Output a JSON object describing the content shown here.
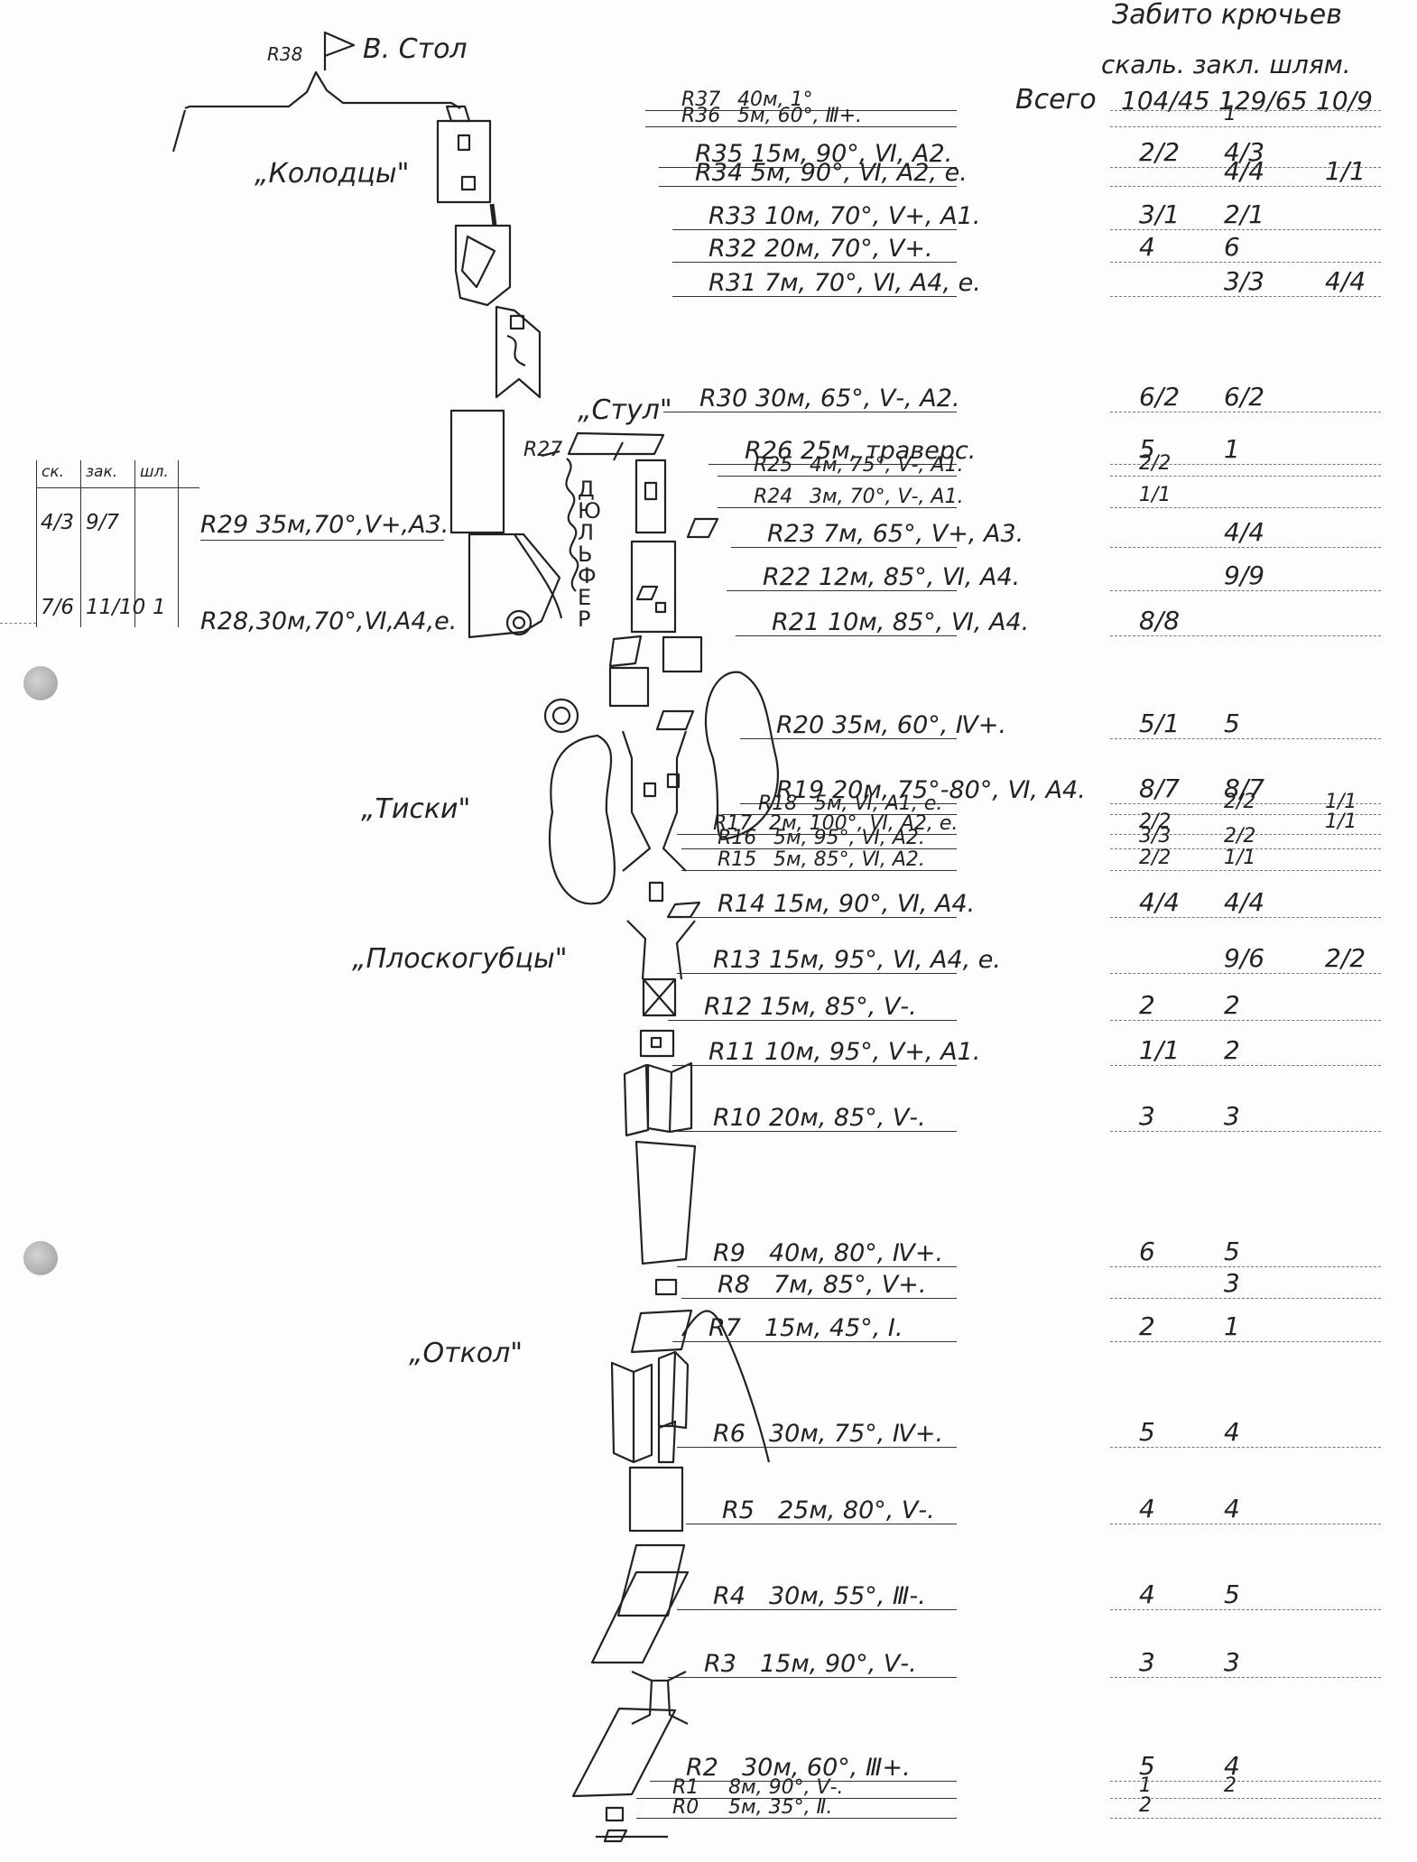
{
  "header": {
    "title": "Забито крючьев",
    "columns": "скаль. закл. шлям.",
    "total_label": "Всего",
    "total_rock": "104/45",
    "total_wedge": "129/65",
    "total_shlyam": "10/9"
  },
  "summit": {
    "pitch": "R38",
    "label": "В. Стол"
  },
  "labels": {
    "kolodtsy": "„Колодцы\"",
    "stul": "„Стул\"",
    "tiski": "„Тиски\"",
    "ploskogubtsy": "„Плоскогубцы\"",
    "otkol": "„Откол\"",
    "dulfer": [
      "Д",
      "Ю",
      "Л",
      "Ь",
      "Ф",
      "Е",
      "Р"
    ],
    "r27": "R27"
  },
  "side_table": {
    "headers": [
      "ск.",
      "зак.",
      "шл."
    ],
    "rows": [
      {
        "rock": "4/3",
        "wedge": "9/7",
        "shlyam": ""
      },
      {
        "rock": "7/6",
        "wedge": "11/10",
        "shlyam": "1"
      }
    ],
    "pitches": [
      "R29 35м,70°,Ⅴ+,А3.",
      "R28,30м,70°,Ⅵ,А4,е."
    ]
  },
  "pitches": [
    {
      "label": "R37",
      "desc": "40м, 1°",
      "rock": "",
      "wedge": "",
      "shlyam": ""
    },
    {
      "label": "R36",
      "desc": "5м, 60°, Ⅲ+.",
      "rock": "",
      "wedge": "1",
      "shlyam": ""
    },
    {
      "label": "R35",
      "desc": "15м, 90°, Ⅵ, А2.",
      "rock": "2/2",
      "wedge": "4/3",
      "shlyam": ""
    },
    {
      "label": "R34",
      "desc": "5м, 90°, Ⅵ, А2, е.",
      "rock": "",
      "wedge": "4/4",
      "shlyam": "1/1"
    },
    {
      "label": "R33",
      "desc": "10м, 70°, Ⅴ+, А1.",
      "rock": "3/1",
      "wedge": "2/1",
      "shlyam": ""
    },
    {
      "label": "R32",
      "desc": "20м, 70°, Ⅴ+.",
      "rock": "4",
      "wedge": "6",
      "shlyam": ""
    },
    {
      "label": "R31",
      "desc": "7м, 70°, Ⅵ, А4, е.",
      "rock": "",
      "wedge": "3/3",
      "shlyam": "4/4"
    },
    {
      "label": "R30",
      "desc": "30м, 65°, Ⅴ-, А2.",
      "rock": "6/2",
      "wedge": "6/2",
      "shlyam": ""
    },
    {
      "label": "R26",
      "desc": "25м, траверс.",
      "rock": "5",
      "wedge": "1",
      "shlyam": ""
    },
    {
      "label": "R25",
      "desc": "4м, 75°, Ⅴ-, А1.",
      "rock": "2/2",
      "wedge": "",
      "shlyam": ""
    },
    {
      "label": "R24",
      "desc": "3м, 70°, Ⅴ-, А1.",
      "rock": "1/1",
      "wedge": "",
      "shlyam": ""
    },
    {
      "label": "R23",
      "desc": "7м, 65°, Ⅴ+, А3.",
      "rock": "",
      "wedge": "4/4",
      "shlyam": ""
    },
    {
      "label": "R22",
      "desc": "12м, 85°, Ⅵ, А4.",
      "rock": "",
      "wedge": "9/9",
      "shlyam": ""
    },
    {
      "label": "R21",
      "desc": "10м, 85°, Ⅵ, А4.",
      "rock": "8/8",
      "wedge": "",
      "shlyam": ""
    },
    {
      "label": "R20",
      "desc": "35м, 60°, Ⅳ+.",
      "rock": "5/1",
      "wedge": "5",
      "shlyam": ""
    },
    {
      "label": "R19",
      "desc": "20м, 75°-80°, Ⅵ, А4.",
      "rock": "8/7",
      "wedge": "8/7",
      "shlyam": ""
    },
    {
      "label": "R18",
      "desc": "5м, Ⅵ, А1, е.",
      "rock": "",
      "wedge": "2/2",
      "shlyam": "1/1"
    },
    {
      "label": "R17",
      "desc": "2м, 100°, Ⅵ, А2, е.",
      "rock": "2/2",
      "wedge": "",
      "shlyam": "1/1"
    },
    {
      "label": "R16",
      "desc": "5м, 95°, Ⅵ, А2.",
      "rock": "3/3",
      "wedge": "2/2",
      "shlyam": ""
    },
    {
      "label": "R15",
      "desc": "5м, 85°, Ⅵ, А2.",
      "rock": "2/2",
      "wedge": "1/1",
      "shlyam": ""
    },
    {
      "label": "R14",
      "desc": "15м, 90°, Ⅵ, А4.",
      "rock": "4/4",
      "wedge": "4/4",
      "shlyam": ""
    },
    {
      "label": "R13",
      "desc": "15м, 95°, Ⅵ, А4, е.",
      "rock": "",
      "wedge": "9/6",
      "shlyam": "2/2"
    },
    {
      "label": "R12",
      "desc": "15м, 85°, Ⅴ-.",
      "rock": "2",
      "wedge": "2",
      "shlyam": ""
    },
    {
      "label": "R11",
      "desc": "10м, 95°, Ⅴ+, А1.",
      "rock": "1/1",
      "wedge": "2",
      "shlyam": ""
    },
    {
      "label": "R10",
      "desc": "20м, 85°, Ⅴ-.",
      "rock": "3",
      "wedge": "3",
      "shlyam": ""
    },
    {
      "label": "R9",
      "desc": "40м, 80°, Ⅳ+.",
      "rock": "6",
      "wedge": "5",
      "shlyam": ""
    },
    {
      "label": "R8",
      "desc": "7м, 85°, Ⅴ+.",
      "rock": "",
      "wedge": "3",
      "shlyam": ""
    },
    {
      "label": "R7",
      "desc": "15м, 45°, Ⅰ.",
      "rock": "2",
      "wedge": "1",
      "shlyam": ""
    },
    {
      "label": "R6",
      "desc": "30м, 75°, Ⅳ+.",
      "rock": "5",
      "wedge": "4",
      "shlyam": ""
    },
    {
      "label": "R5",
      "desc": "25м, 80°, Ⅴ-.",
      "rock": "4",
      "wedge": "4",
      "shlyam": ""
    },
    {
      "label": "R4",
      "desc": "30м, 55°, Ⅲ-.",
      "rock": "4",
      "wedge": "5",
      "shlyam": ""
    },
    {
      "label": "R3",
      "desc": "15м, 90°, Ⅴ-.",
      "rock": "3",
      "wedge": "3",
      "shlyam": ""
    },
    {
      "label": "R2",
      "desc": "30м, 60°, Ⅲ+.",
      "rock": "5",
      "wedge": "4",
      "shlyam": ""
    },
    {
      "label": "R1",
      "desc": "8м, 90°, Ⅴ-.",
      "rock": "1",
      "wedge": "2",
      "shlyam": ""
    },
    {
      "label": "R0",
      "desc": "5м, 35°, Ⅱ.",
      "rock": "2",
      "wedge": "",
      "shlyam": ""
    }
  ]
}
